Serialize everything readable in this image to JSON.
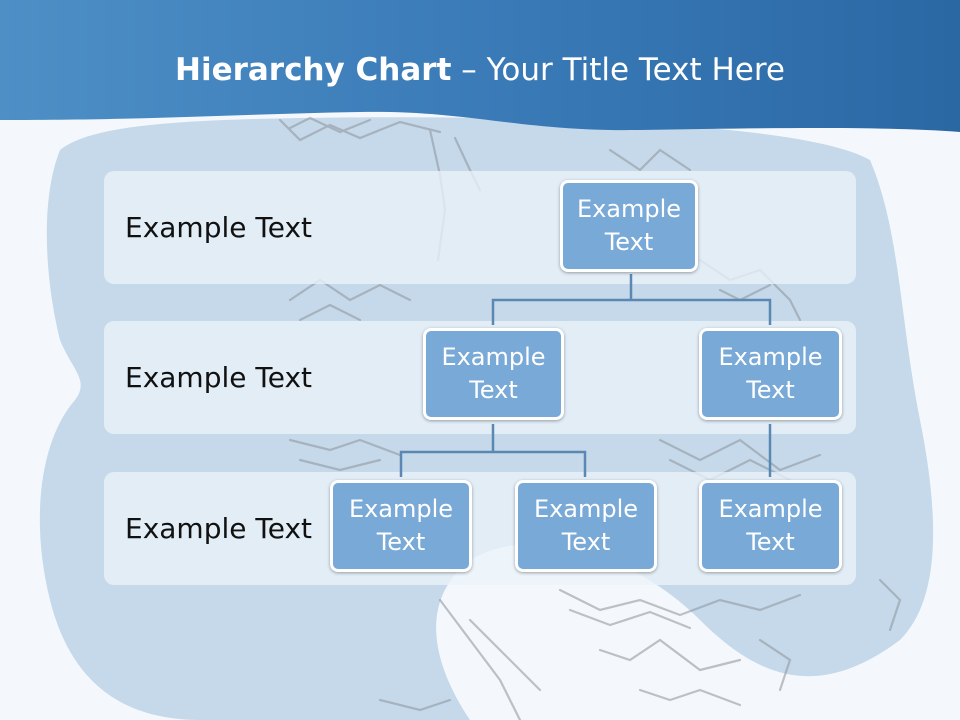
{
  "title": {
    "bold": "Hierarchy Chart",
    "rest": " – Your Title Text Here"
  },
  "levels": [
    {
      "label": "Example Text"
    },
    {
      "label": "Example Text"
    },
    {
      "label": "Example Text"
    }
  ],
  "nodes": {
    "root": {
      "line1": "Example",
      "line2": "Text"
    },
    "left": {
      "line1": "Example",
      "line2": "Text"
    },
    "right": {
      "line1": "Example",
      "line2": "Text"
    },
    "left_a": {
      "line1": "Example",
      "line2": "Text"
    },
    "left_b": {
      "line1": "Example",
      "line2": "Text"
    },
    "right_a": {
      "line1": "Example",
      "line2": "Text"
    }
  },
  "colors": {
    "header": "#2e6aa6",
    "node_fill": "#79a9d6",
    "connector": "#5b88b3",
    "band": "#e6eff7"
  }
}
